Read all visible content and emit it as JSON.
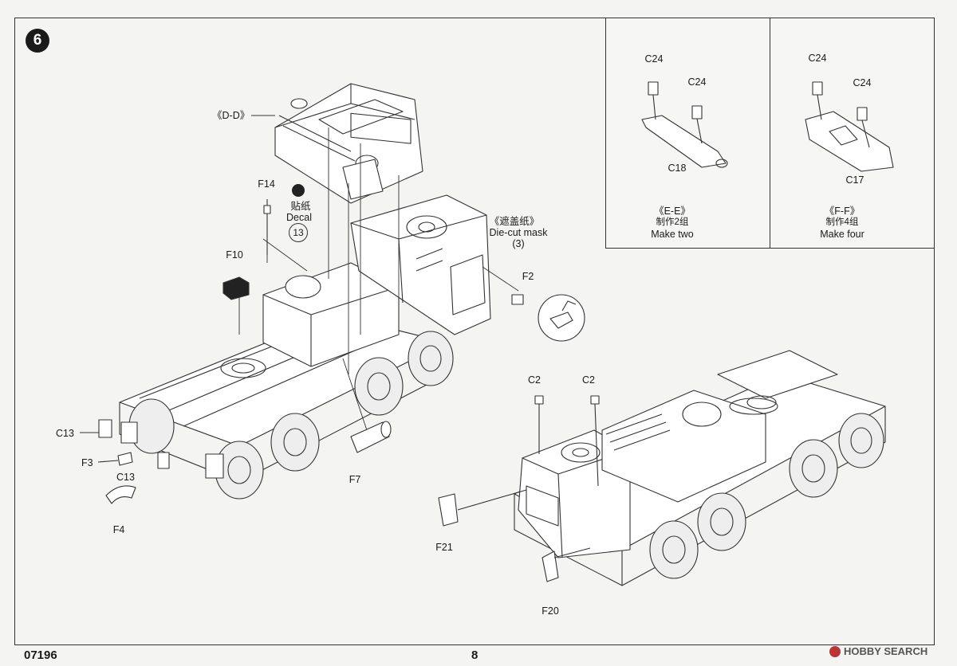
{
  "page": {
    "step_number": "6",
    "catalog_code": "07196",
    "page_number": "8",
    "watermark": "HOBBY SEARCH"
  },
  "insets": {
    "ee": {
      "title": "《E-E》",
      "note_cn": "制作2组",
      "note_en": "Make two"
    },
    "ff": {
      "title": "《F-F》",
      "note_cn": "制作4组",
      "note_en": "Make four"
    }
  },
  "labels": {
    "dd": "《D-D》",
    "f14": "F14",
    "decal_cn": "贴纸",
    "decal_en": "Decal",
    "decal_num": "13",
    "mask_cn": "《遮盖纸》",
    "mask_en": "Die-cut mask",
    "mask_num": "(3)",
    "f10": "F10",
    "f2": "F2",
    "c13a": "C13",
    "f3": "F3",
    "c13b": "C13",
    "f4": "F4",
    "f7": "F7",
    "c2a": "C2",
    "c2b": "C2",
    "f21": "F21",
    "f20": "F20",
    "c24a": "C24",
    "c24b": "C24",
    "c18": "C18",
    "c24c": "C24",
    "c24d": "C24",
    "c17": "C17"
  }
}
